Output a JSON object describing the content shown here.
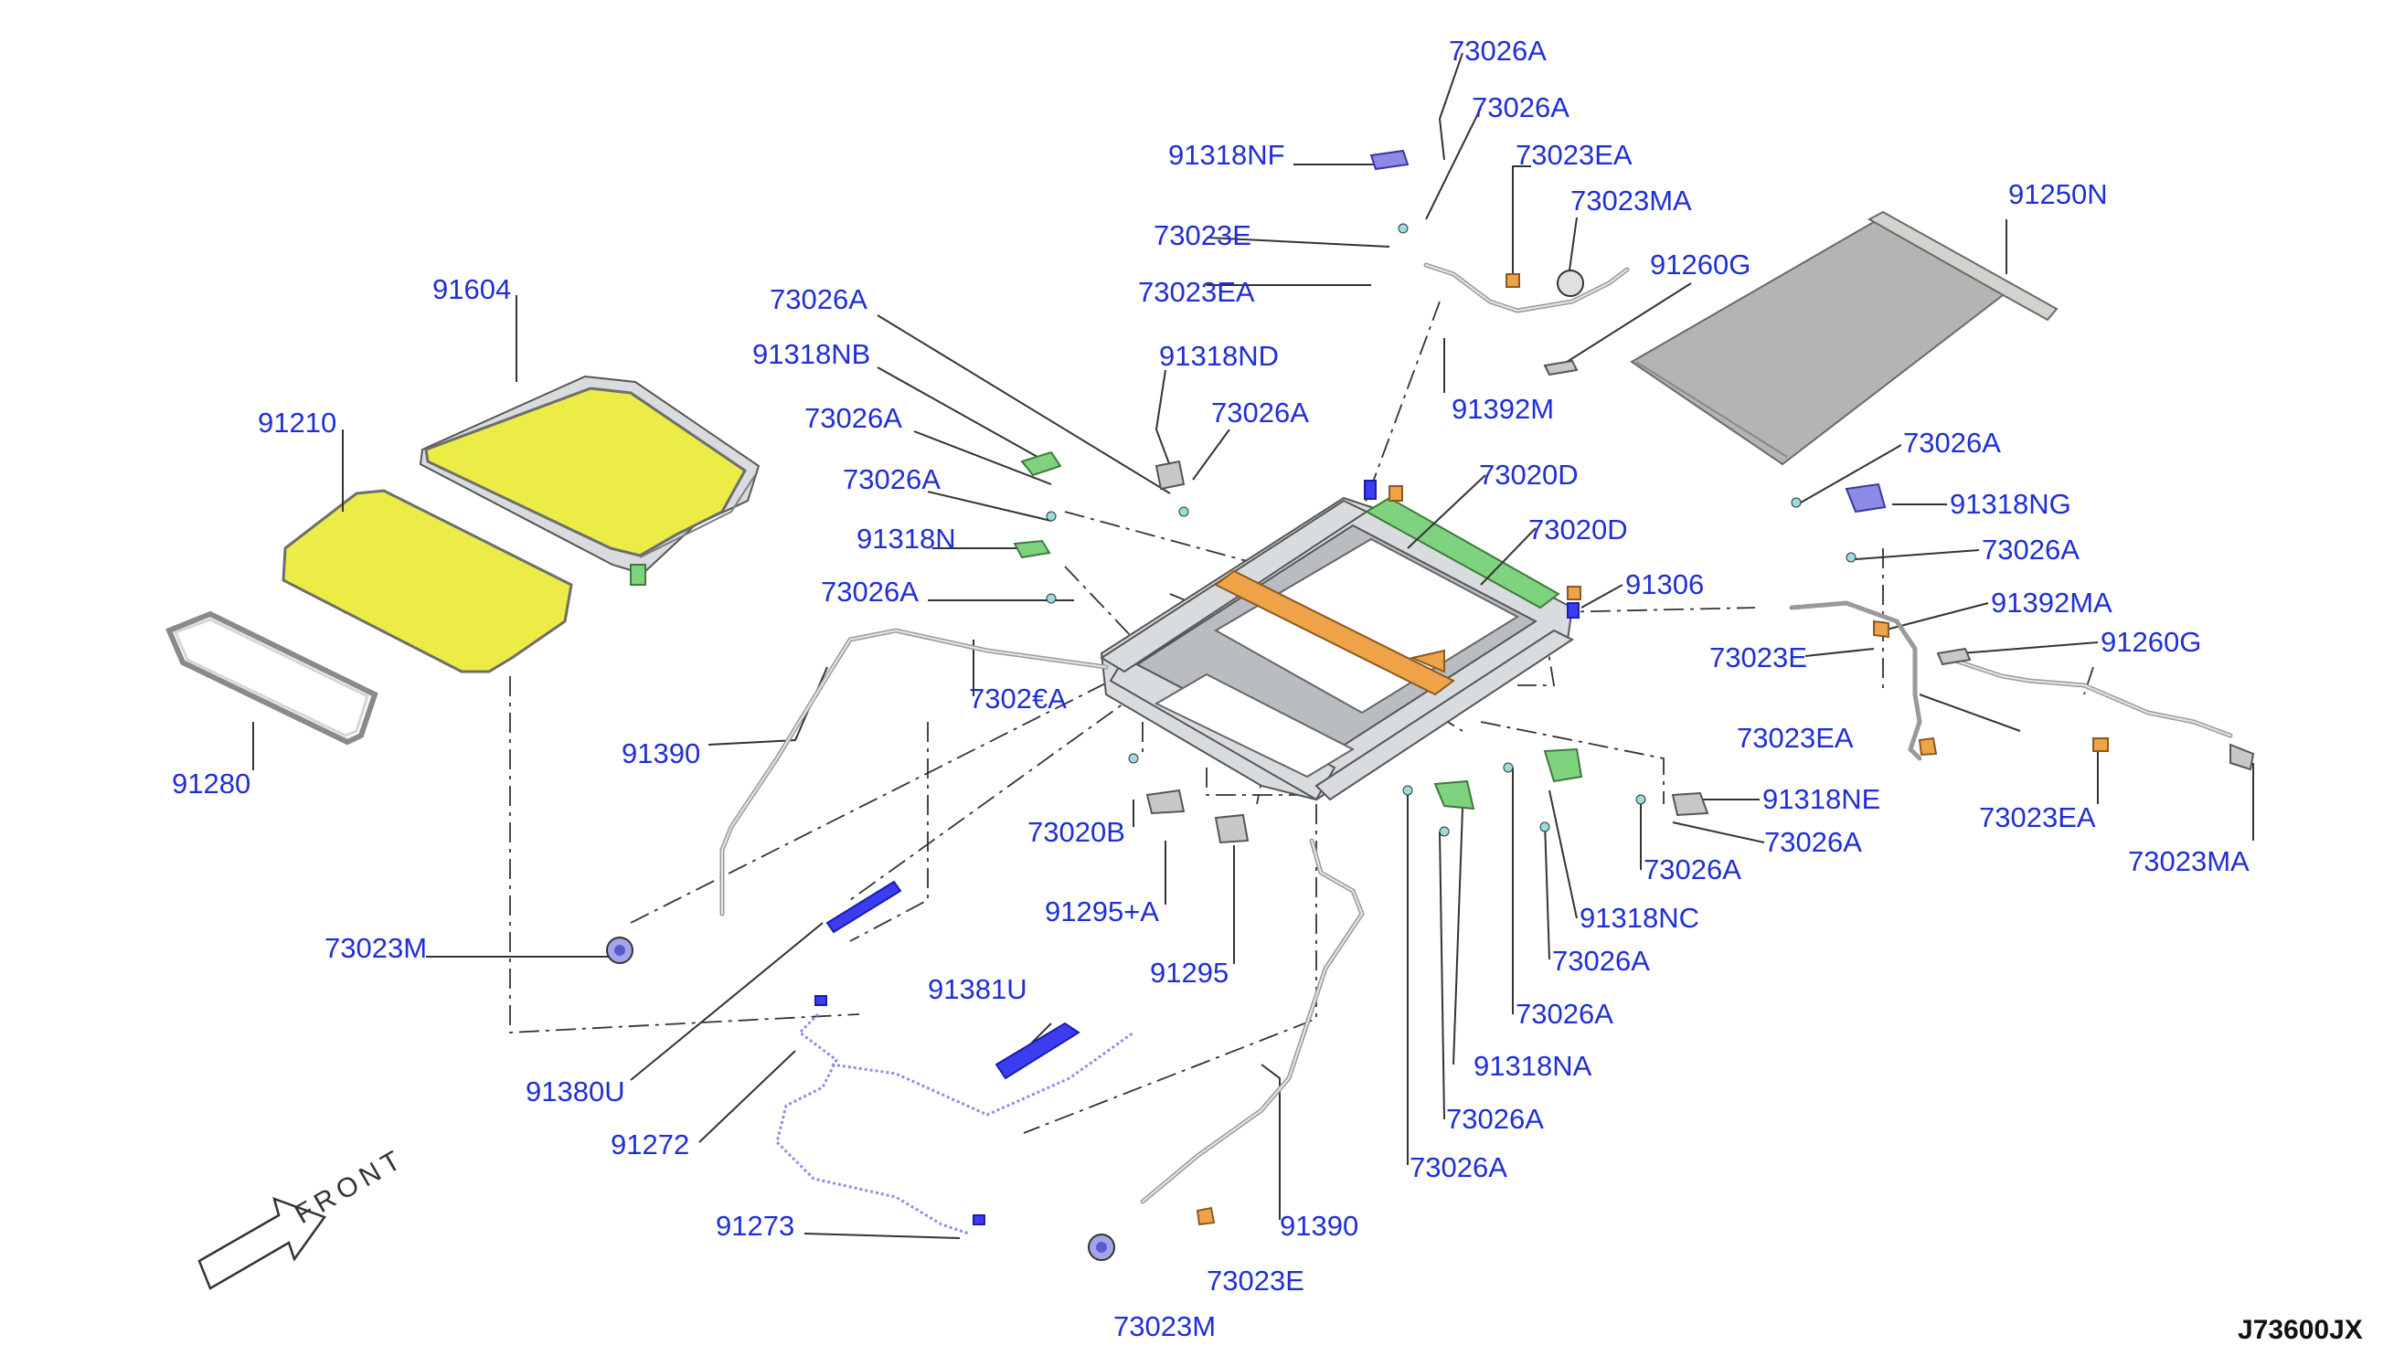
{
  "diagram_code": "J73600JX",
  "front_label": "FRONT",
  "labels": [
    "91604",
    "91210",
    "91280",
    "91390",
    "73023M",
    "91380U",
    "91272",
    "91273",
    "91381U",
    "73020B",
    "91295+A",
    "91295",
    "91390",
    "73023E",
    "73023M",
    "73026A",
    "91318NF",
    "73026A",
    "73023EA",
    "73023MA",
    "73023E",
    "73023EA",
    "91260G",
    "91392M",
    "73026A",
    "91318NB",
    "91318ND",
    "73026A",
    "73026A",
    "73026A",
    "91318N",
    "73026A",
    "73020D",
    "73020D",
    "91306",
    "91250N",
    "73026A",
    "91318NG",
    "73026A",
    "91392MA",
    "73023E",
    "91260G",
    "73023EA",
    "73023EA",
    "73023MA",
    "91318NE",
    "73026A",
    "73026A",
    "91318NC",
    "73026A",
    "73026A",
    "91318NA",
    "73026A",
    "73026A",
    "7302€A"
  ],
  "colors": {
    "label": "#1f2fd6",
    "glass": "#ecec46",
    "front_rail": "#f0a248",
    "rear_rail": "#7fd37f",
    "bracket": "#8d8ae6",
    "guide_rail": "#3c3cf0",
    "sunshade": "#b3b5b2"
  }
}
